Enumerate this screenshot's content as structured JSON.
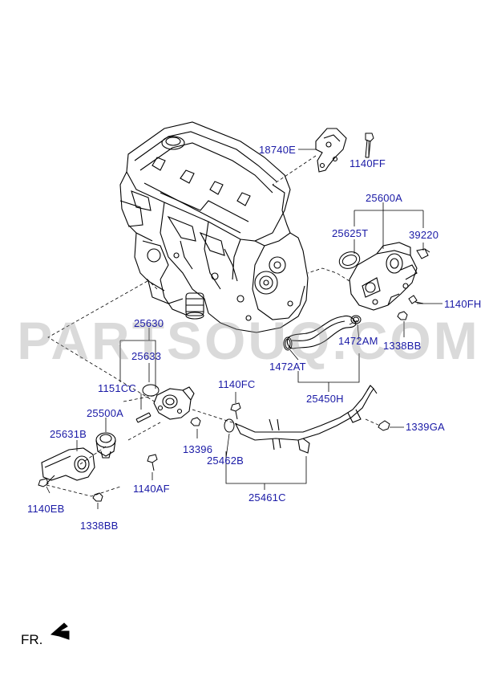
{
  "watermark": "PARTSOUQ.COM",
  "direction_label": "FR.",
  "parts": {
    "p18740E": "18740E",
    "p1140FF": "1140FF",
    "p25600A": "25600A",
    "p25625T": "25625T",
    "p39220": "39220",
    "p1140FH": "1140FH",
    "p1472AM": "1472AM",
    "p1338BB_a": "1338BB",
    "p1472AT": "1472AT",
    "p25450H": "25450H",
    "p25630": "25630",
    "p25633": "25633",
    "p1151CC": "1151CC",
    "p25500A": "25500A",
    "p1140FC": "1140FC",
    "p1339GA": "1339GA",
    "p25631B": "25631B",
    "p13396": "13396",
    "p25462B": "25462B",
    "p1140AF": "1140AF",
    "p25461C": "25461C",
    "p1140EB": "1140EB",
    "p1338BB_b": "1338BB"
  },
  "colors": {
    "label": "#1a1aa6",
    "line": "#000000",
    "watermark": "#969696"
  }
}
